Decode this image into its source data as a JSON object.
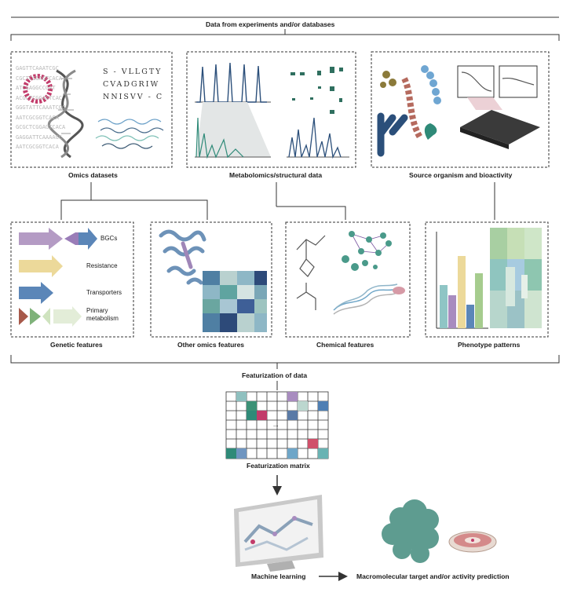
{
  "header": {
    "title": "Data from experiments and/or databases"
  },
  "panels": {
    "omics": "Omics datasets",
    "metabolomics": "Metabolomics/structural data",
    "source": "Source organism and bioactivity"
  },
  "sequences": {
    "protein": [
      "S - VLLGTY",
      "CVADGRIW",
      "NNISVV - C"
    ],
    "dna": [
      "GAGTTCAAATCGC",
      "CGCTCGGAGTCACA",
      "ATCGAGGCCGAT",
      "ACGCTCGGAGTCAC",
      "GGGTATTCAAATCGC",
      "AATCGCGGTCACA",
      "GCGCTCGGAGTCACA",
      "GAGGATTCAAAAGC",
      "AATCGCGGTCACA"
    ]
  },
  "features": {
    "genetic": "Genetic features",
    "other_omics": "Other omics features",
    "chemical": "Chemical features",
    "phenotype": "Phenotype patterns",
    "legend": [
      "BGCs",
      "Resistance",
      "Transporters",
      "Primary metabolism"
    ]
  },
  "featurization": {
    "title": "Featurization of data",
    "matrix_label": "Featurization matrix",
    "ellipsis": "..."
  },
  "bottom": {
    "ml": "Machine learning",
    "prediction": "Macromolecular target and/or activity prediction"
  }
}
